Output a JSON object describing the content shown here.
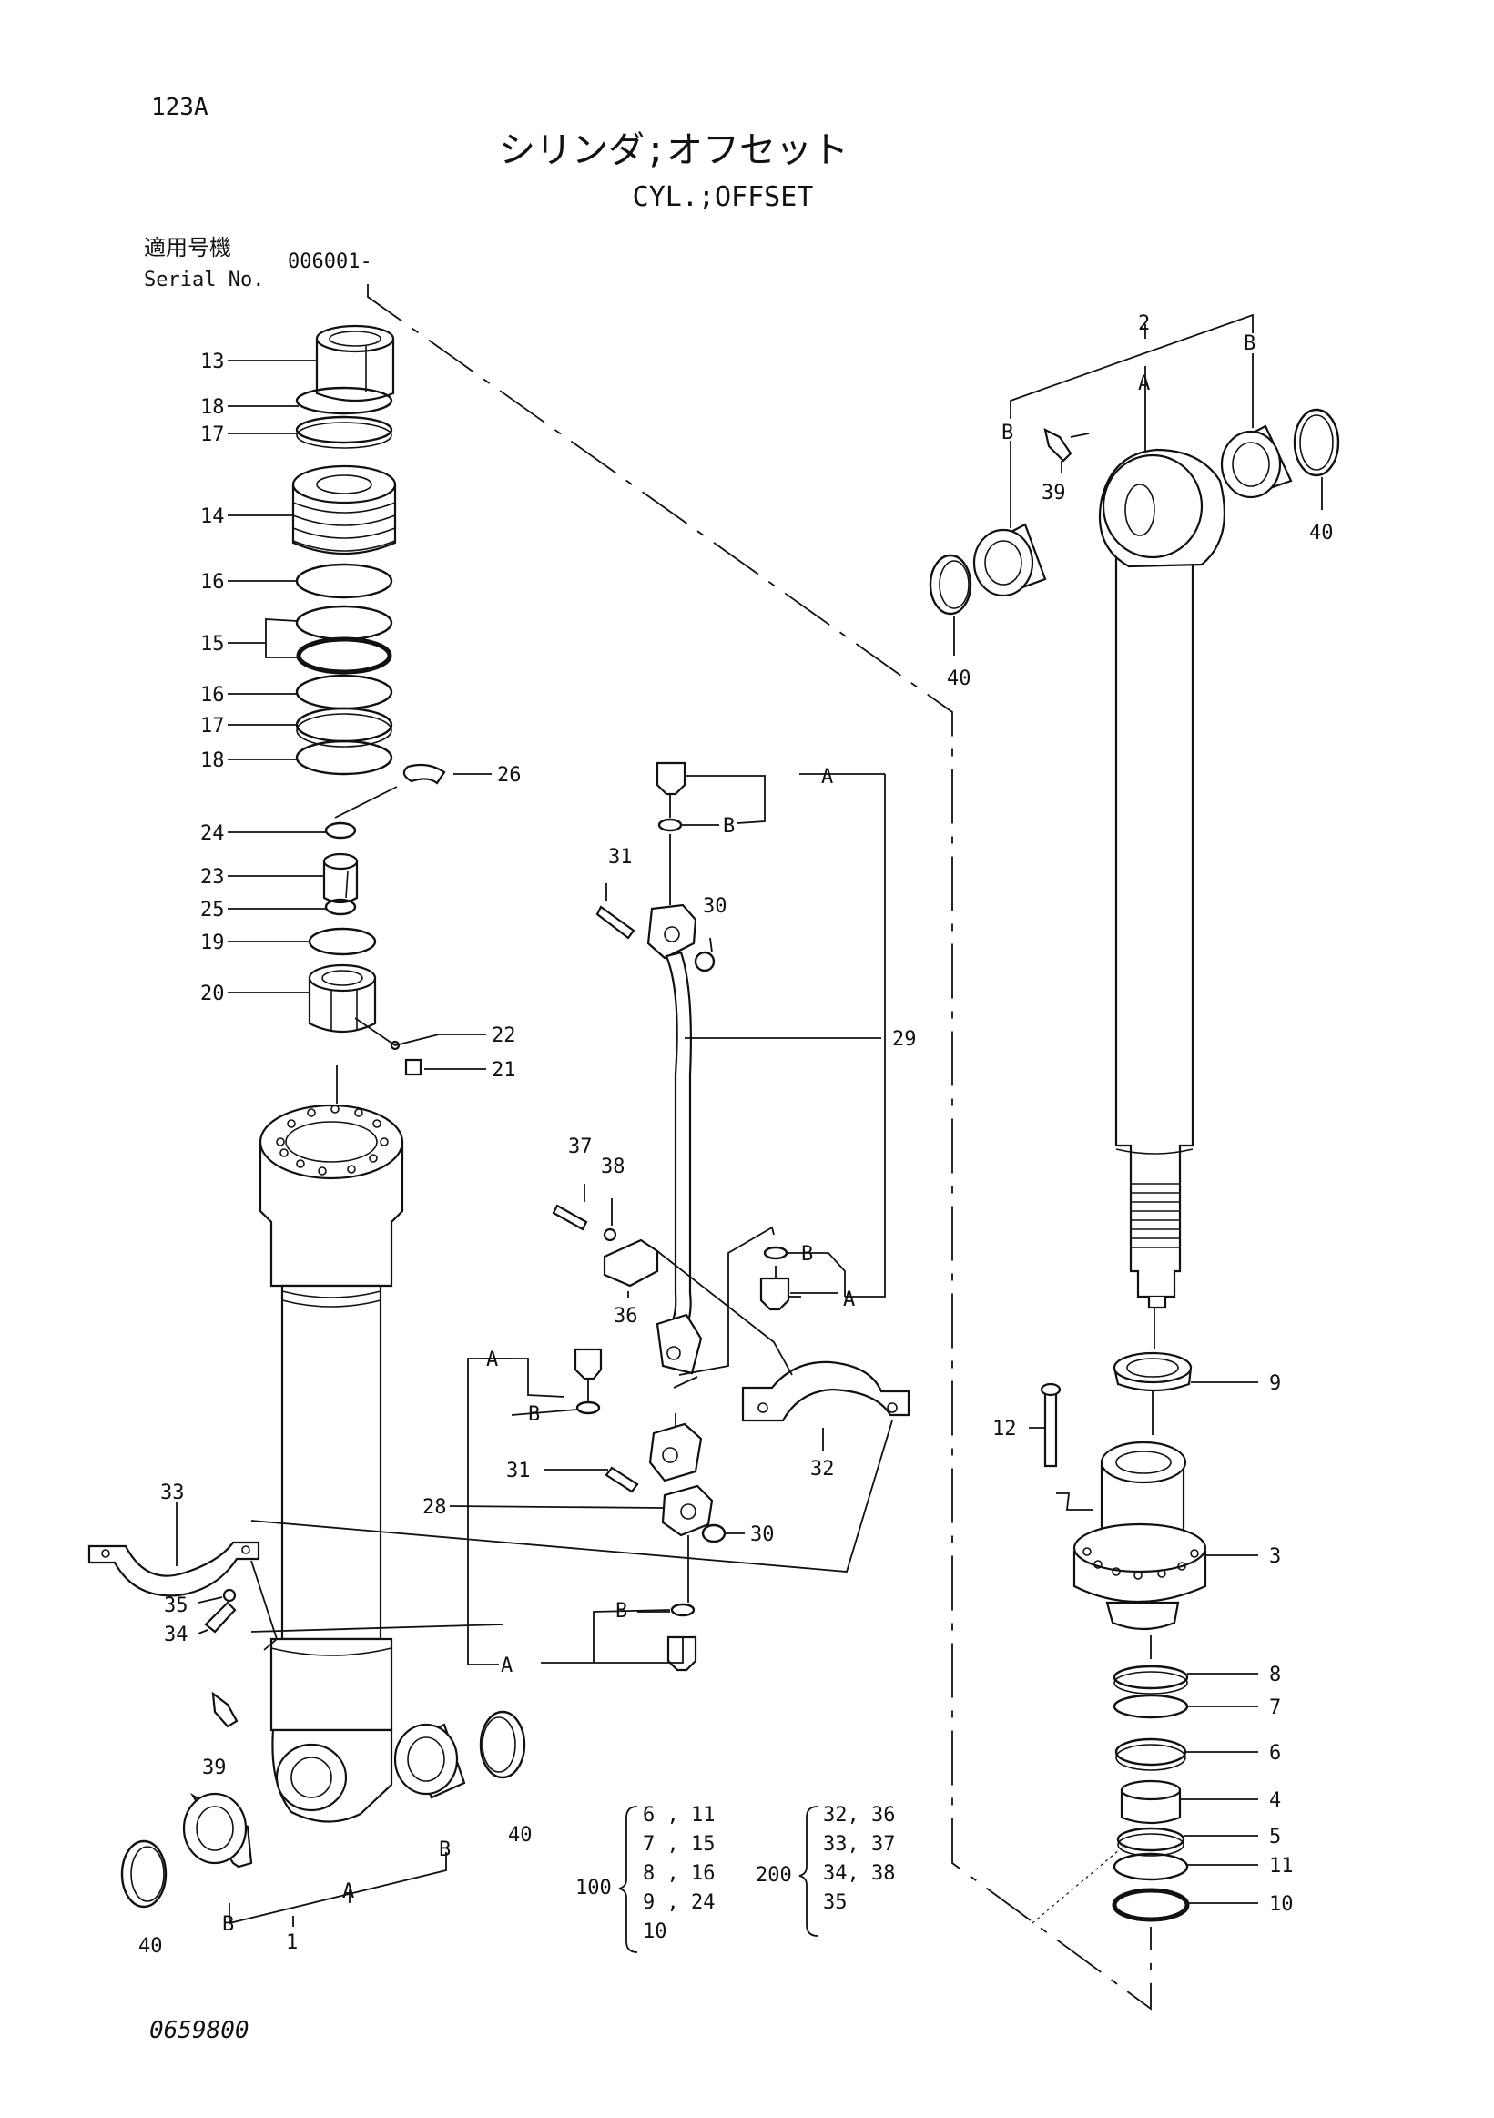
{
  "page_code": "123A",
  "title_jp": "シリンダ;オフセット",
  "title_en": "CYL.;OFFSET",
  "serial_label_jp": "適用号機",
  "serial_label_en": "Serial No.",
  "serial_value": "006001-",
  "drawing_number": "0659800",
  "callouts": {
    "n1": "1",
    "n2": "2",
    "n3": "3",
    "n4": "4",
    "n5": "5",
    "n6": "6",
    "n7": "7",
    "n8": "8",
    "n9": "9",
    "n10": "10",
    "n11": "11",
    "n12": "12",
    "n13": "13",
    "n14": "14",
    "n15": "15",
    "n16a": "16",
    "n16b": "16",
    "n17a": "17",
    "n17b": "17",
    "n18a": "18",
    "n18b": "18",
    "n19": "19",
    "n20": "20",
    "n21": "21",
    "n22": "22",
    "n23": "23",
    "n24": "24",
    "n25": "25",
    "n26": "26",
    "n28": "28",
    "n29": "29",
    "n30a": "30",
    "n30b": "30",
    "n31a": "31",
    "n31b": "31",
    "n32": "32",
    "n33": "33",
    "n34": "34",
    "n35": "35",
    "n36": "36",
    "n37": "37",
    "n38": "38",
    "n39a": "39",
    "n39b": "39",
    "n40a": "40",
    "n40b": "40",
    "n40c": "40",
    "n40d": "40"
  },
  "letters": {
    "a": "A",
    "b": "B"
  },
  "kit_100": {
    "label": "100",
    "lines": [
      "6 , 11",
      "7 , 15",
      "8 , 16",
      "9 , 24",
      "10"
    ]
  },
  "kit_200": {
    "label": "200",
    "lines": [
      "32, 36",
      "33, 37",
      "34, 38",
      "35"
    ]
  }
}
